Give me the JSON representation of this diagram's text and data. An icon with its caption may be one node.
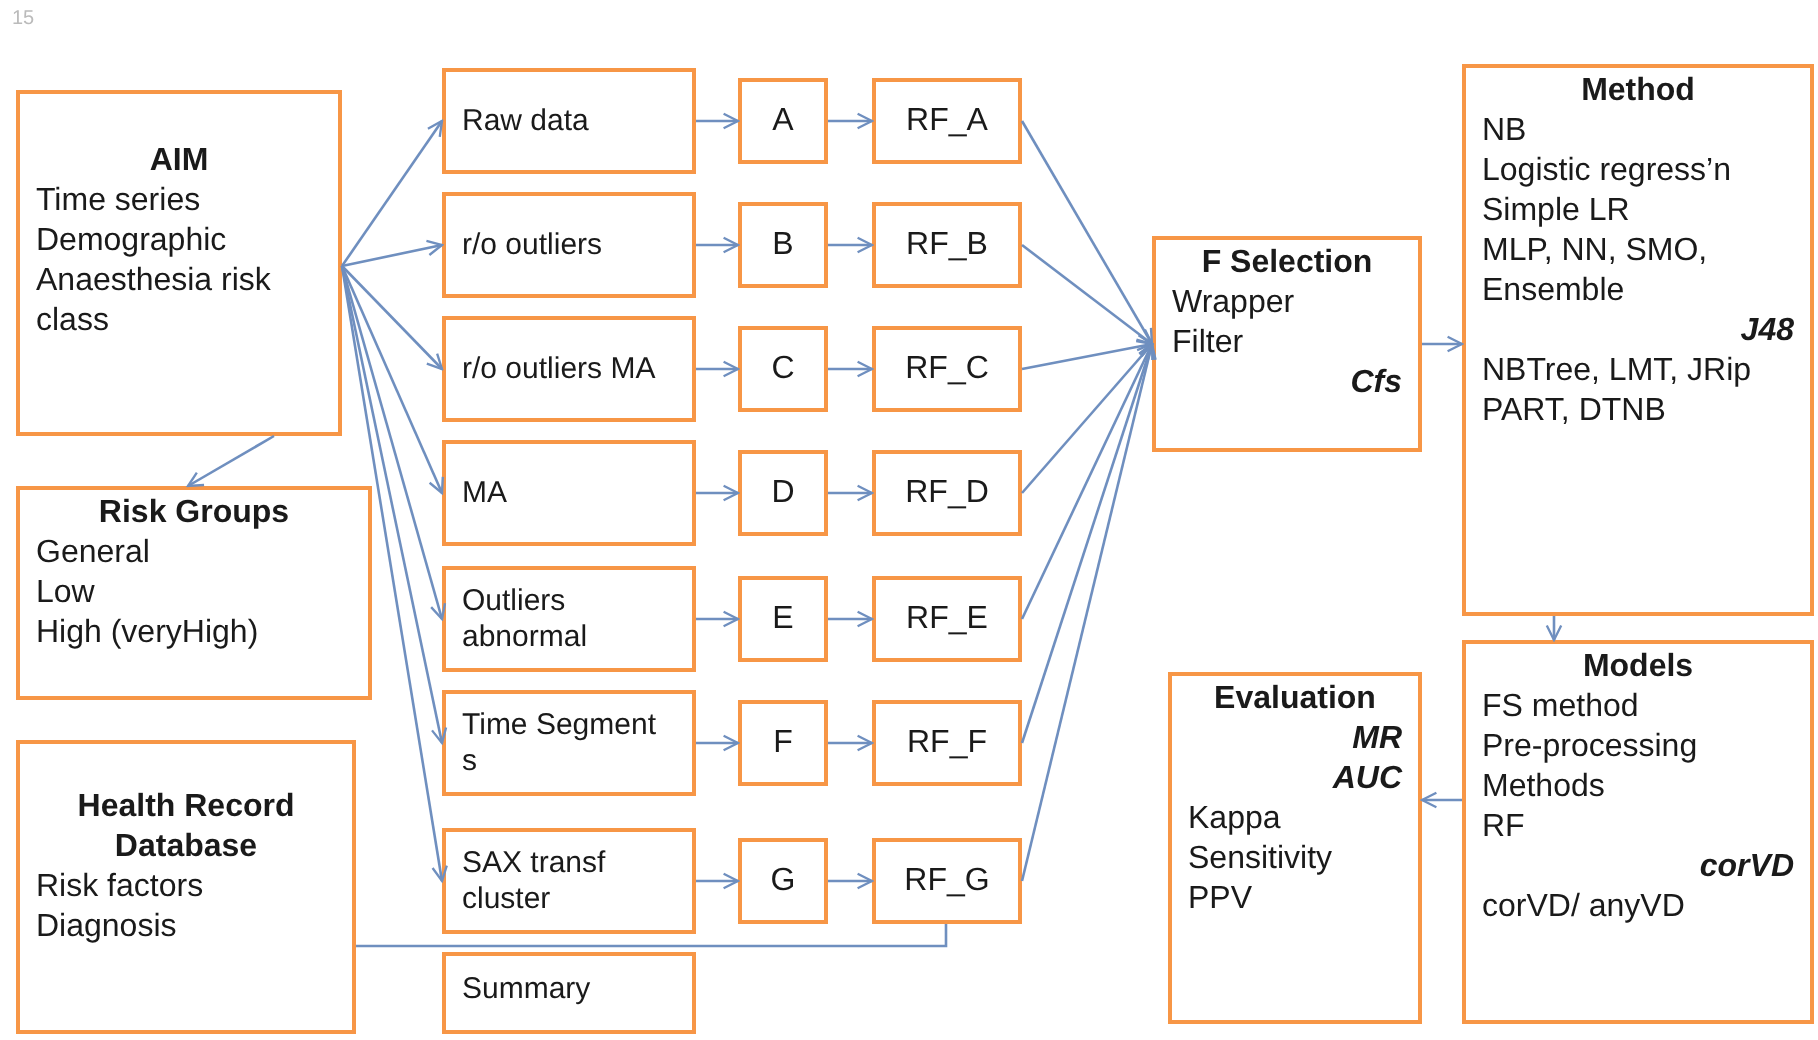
{
  "diagram": {
    "nodes": [
      {
        "text": [
          "AIM",
          "Time series",
          "Demographic",
          "Anaesthesia risk class"
        ]
      },
      {
        "text": [
          "Risk Groups",
          "General",
          "Low",
          "High (veryHigh)"
        ]
      },
      {
        "text": [
          "Health Record Database",
          "Risk factors",
          "Diagnosis"
        ]
      },
      {
        "text": [
          "Raw data"
        ]
      },
      {
        "text": [
          "r/o outliers"
        ]
      },
      {
        "text": [
          "r/o outliers MA"
        ]
      },
      {
        "text": [
          "MA"
        ]
      },
      {
        "text": [
          "Outliers abnormal"
        ]
      },
      {
        "text": [
          "Time Segment s"
        ]
      },
      {
        "text": [
          "SAX transf cluster"
        ]
      },
      {
        "text": [
          "Summary"
        ]
      },
      {
        "text": [
          "A"
        ]
      },
      {
        "text": [
          "B"
        ]
      },
      {
        "text": [
          "C"
        ]
      },
      {
        "text": [
          "D"
        ]
      },
      {
        "text": [
          "E"
        ]
      },
      {
        "text": [
          "F"
        ]
      },
      {
        "text": [
          "G"
        ]
      },
      {
        "text": [
          "RF_A"
        ]
      },
      {
        "text": [
          "RF_B"
        ]
      },
      {
        "text": [
          "RF_C"
        ]
      },
      {
        "text": [
          "RF_D"
        ]
      },
      {
        "text": [
          "RF_E"
        ]
      },
      {
        "text": [
          "RF_F"
        ]
      },
      {
        "text": [
          "RF_G"
        ]
      },
      {
        "text": [
          "F Selection",
          "Wrapper",
          "Filter",
          "Cfs"
        ]
      },
      {
        "text": [
          "Method",
          "NB",
          "Logistic regress’n",
          "Simple LR",
          "MLP, NN, SMO, Ensemble",
          "J48",
          "NBTree, LMT, JRip",
          "PART, DTNB"
        ]
      },
      {
        "text": [
          "Models",
          "FS method",
          "Pre-processing",
          "Methods",
          "RF",
          "corVD",
          "corVD/ anyVD"
        ]
      },
      {
        "text": [
          "Evaluation",
          "MR",
          "AUC",
          "Kappa",
          "Sensitivity",
          "PPV"
        ]
      }
    ],
    "edges": [
      {
        "from": 0,
        "to": 1,
        "arrow": "to"
      },
      {
        "from": 0,
        "to": 3,
        "arrow": "to"
      },
      {
        "from": 0,
        "to": 4,
        "arrow": "to"
      },
      {
        "from": 0,
        "to": 5,
        "arrow": "to"
      },
      {
        "from": 0,
        "to": 6,
        "arrow": "to"
      },
      {
        "from": 0,
        "to": 7,
        "arrow": "to"
      },
      {
        "from": 0,
        "to": 8,
        "arrow": "to"
      },
      {
        "from": 0,
        "to": 9,
        "arrow": "to"
      },
      {
        "from": 3,
        "to": 11,
        "arrow": "to"
      },
      {
        "from": 4,
        "to": 12,
        "arrow": "to"
      },
      {
        "from": 5,
        "to": 13,
        "arrow": "to"
      },
      {
        "from": 6,
        "to": 14,
        "arrow": "to"
      },
      {
        "from": 7,
        "to": 15,
        "arrow": "to"
      },
      {
        "from": 8,
        "to": 16,
        "arrow": "to"
      },
      {
        "from": 9,
        "to": 17,
        "arrow": "to"
      },
      {
        "from": 11,
        "to": 18,
        "arrow": "to"
      },
      {
        "from": 12,
        "to": 19,
        "arrow": "to"
      },
      {
        "from": 13,
        "to": 20,
        "arrow": "to"
      },
      {
        "from": 14,
        "to": 21,
        "arrow": "to"
      },
      {
        "from": 15,
        "to": 22,
        "arrow": "to"
      },
      {
        "from": 16,
        "to": 23,
        "arrow": "to"
      },
      {
        "from": 17,
        "to": 24,
        "arrow": "to"
      },
      {
        "from": 18,
        "to": 25,
        "arrow": "to"
      },
      {
        "from": 19,
        "to": 25,
        "arrow": "to"
      },
      {
        "from": 20,
        "to": 25,
        "arrow": "to"
      },
      {
        "from": 21,
        "to": 25,
        "arrow": "to"
      },
      {
        "from": 22,
        "to": 25,
        "arrow": "to"
      },
      {
        "from": 23,
        "to": 25,
        "arrow": "to"
      },
      {
        "from": 24,
        "to": 25,
        "arrow": "to"
      },
      {
        "from": 25,
        "to": 26,
        "arrow": "to"
      },
      {
        "from": 26,
        "to": 27,
        "arrow": "to"
      },
      {
        "from": 27,
        "to": 28,
        "arrow": "to"
      },
      {
        "from": 2,
        "to": 24,
        "arrow": "none"
      }
    ],
    "labels": [
      "15"
    ]
  }
}
